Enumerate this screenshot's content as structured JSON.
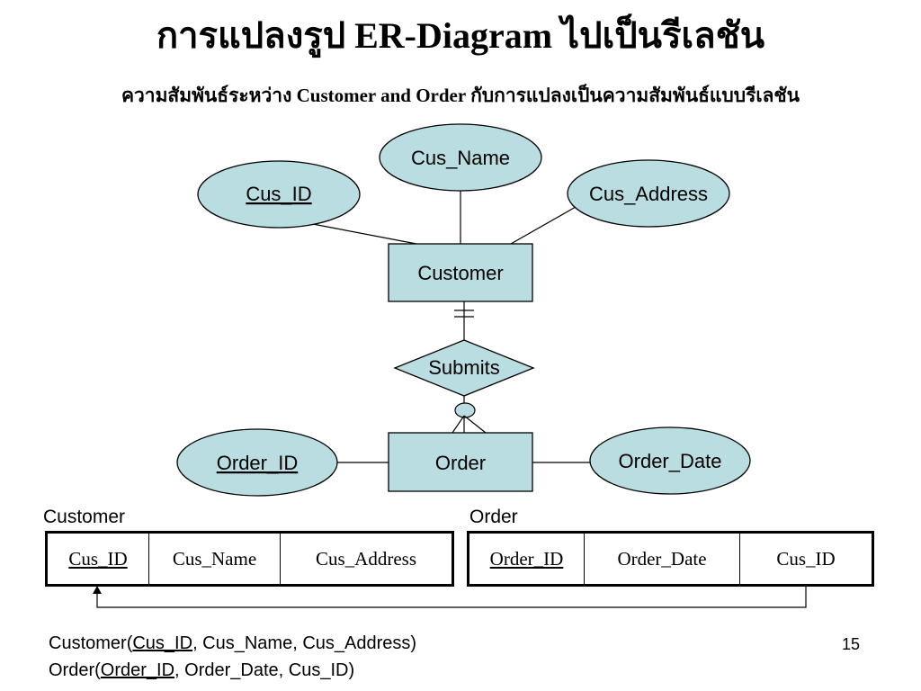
{
  "title": "การแปลงรูป ER-Diagram ไปเป็นรีเลชัน",
  "subtitle": "ความสัมพันธ์ระหว่าง Customer and Order กับการแปลงเป็นความสัมพันธ์แบบรีเลชัน",
  "er": {
    "entities": {
      "customer": "Customer",
      "order": "Order"
    },
    "relationship": "Submits",
    "attributes": {
      "cus_id": "Cus_ID",
      "cus_name": "Cus_Name",
      "cus_address": "Cus_Address",
      "order_id": "Order_ID",
      "order_date": "Order_Date"
    },
    "colors": {
      "fill": "#b9dde0",
      "stroke": "#000000"
    }
  },
  "tables": {
    "customer": {
      "label": "Customer",
      "columns": [
        "Cus_ID",
        "Cus_Name",
        "Cus_Address"
      ]
    },
    "order": {
      "label": "Order",
      "columns": [
        "Order_ID",
        "Order_Date",
        "Cus_ID"
      ]
    }
  },
  "schema": {
    "customer": {
      "name": "Customer(",
      "pk": "Cus_ID",
      "rest": ", Cus_Name, Cus_Address)"
    },
    "order": {
      "name": "Order(",
      "pk": "Order_ID",
      "rest": ", Order_Date, Cus_ID)"
    }
  },
  "page_number": "15"
}
